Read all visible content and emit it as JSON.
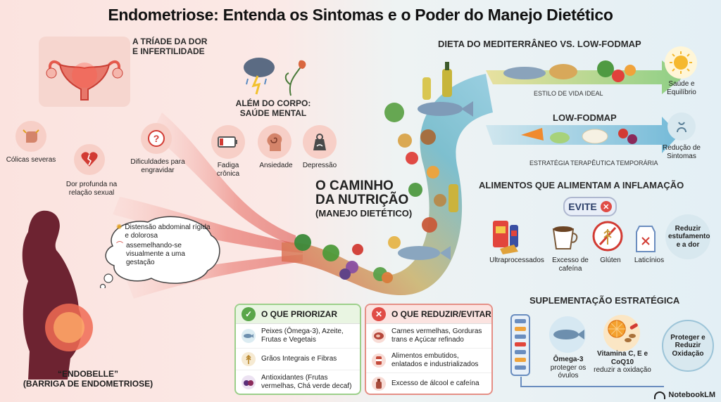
{
  "title": "Endometriose: Entenda os Sintomas e o Poder do Manejo Dietético",
  "triade": {
    "title_line1": "A TRÍADE DA DOR",
    "title_line2": "E INFERTILIDADE",
    "items": [
      {
        "label": "Cólicas severas"
      },
      {
        "label": "Dor profunda na relação sexual"
      },
      {
        "label": "Dificuldades para engravidar"
      }
    ]
  },
  "mental": {
    "title_line1": "ALÉM DO CORPO:",
    "title_line2": "SAÚDE MENTAL",
    "items": [
      {
        "label": "Fadiga crônica"
      },
      {
        "label": "Ansiedade"
      },
      {
        "label": "Depressão"
      }
    ]
  },
  "endobelle": {
    "bubble_line1": "Distensão abdominal rígida e dolorosa",
    "bubble_line2": "assemelhando-se visualmente a uma gestação",
    "caption_line1": "“ENDOBELLE”",
    "caption_line2": "(BARRIGA DE ENDOMETRIOSE)"
  },
  "caminho": {
    "line1": "O CAMINHO",
    "line2": "DA NUTRIÇÃO",
    "line3": "(MANEJO DIETÉTICO)"
  },
  "dieta": {
    "title": "DIETA DO MEDITERRÂNEO VS. LOW-FODMAP",
    "med_caption": "ESTILO DE VIDA IDEAL",
    "med_result": "Saúde e Equilíbrio",
    "low_title": "LOW-FODMAP",
    "low_caption": "ESTRATÉGIA TERAPÊUTICA TEMPORÁRIA",
    "low_result": "Redução de Sintomas"
  },
  "inflamacao": {
    "title": "ALIMENTOS QUE ALIMENTAM A INFLAMAÇÃO",
    "evite": "EVITE",
    "items": [
      {
        "label": "Ultraprocessados"
      },
      {
        "label": "Excesso de cafeína"
      },
      {
        "label": "Glúten"
      },
      {
        "label": "Laticínios"
      }
    ],
    "result": "Reduzir estufamento e a dor"
  },
  "priorizar": {
    "title": "O QUE PRIORIZAR",
    "rows": [
      {
        "text": "Peixes (Ômega-3), Azeite, Frutas e Vegetais"
      },
      {
        "text": "Grãos Integrais e Fibras"
      },
      {
        "text": "Antioxidantes (Frutas vermelhas, Chá verde decaf)"
      }
    ]
  },
  "reduzir": {
    "title": "O QUE REDUZIR/EVITAR",
    "rows": [
      {
        "text": "Carnes vermelhas, Gorduras trans e Açúcar refinado"
      },
      {
        "text": "Alimentos embutidos, enlatados e industrializados"
      },
      {
        "text": "Excesso de álcool e cafeína"
      }
    ]
  },
  "suplementacao": {
    "title": "SUPLEMENTAÇÃO ESTRATÉGICA",
    "omega_title": "Ômega-3",
    "omega_sub": "proteger os óvulos",
    "vit_title": "Vitamina C, E e CoQ10",
    "vit_sub": "reduzir a oxidação",
    "result": "Proteger e Reduzir Oxidação"
  },
  "logo": "NotebookLM",
  "colors": {
    "pink_bg": "#fbe3df",
    "blue_bg": "#e3eff5",
    "river_red": "#e2574c",
    "green_border": "#9ccf8a",
    "red_border": "#e58f86"
  }
}
